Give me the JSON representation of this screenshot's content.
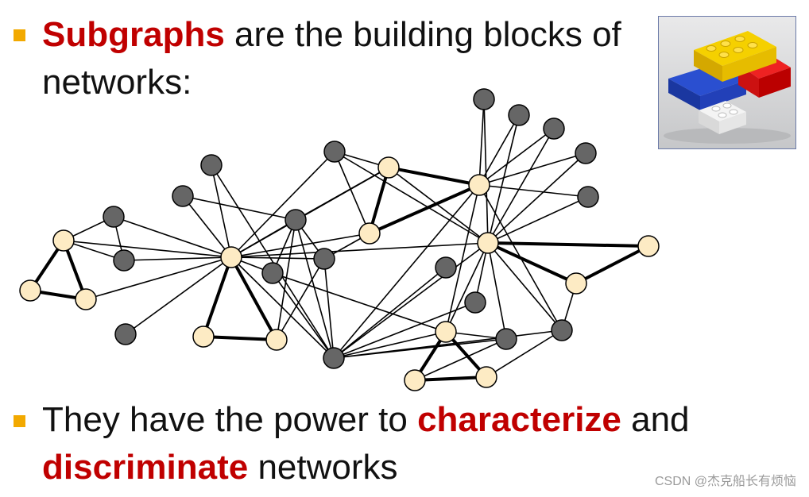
{
  "bullet1": {
    "highlight": "Subgraphs",
    "rest_line1": " are the building blocks of",
    "line2": "networks:"
  },
  "bullet2": {
    "line1_pre": "They have the power to ",
    "line1_highlight": "characterize",
    "line1_post": " and",
    "line2_highlight": "discriminate",
    "line2_post": " networks"
  },
  "watermark": "CSDN @杰克船长有烦恼",
  "colors": {
    "accent_red": "#c00000",
    "bullet_orange": "#f2a900",
    "node_dark": "#666666",
    "node_light": "#fdebc4"
  },
  "icons": {
    "bullet": "square-bullet-icon",
    "image": "lego-bricks-icon"
  }
}
